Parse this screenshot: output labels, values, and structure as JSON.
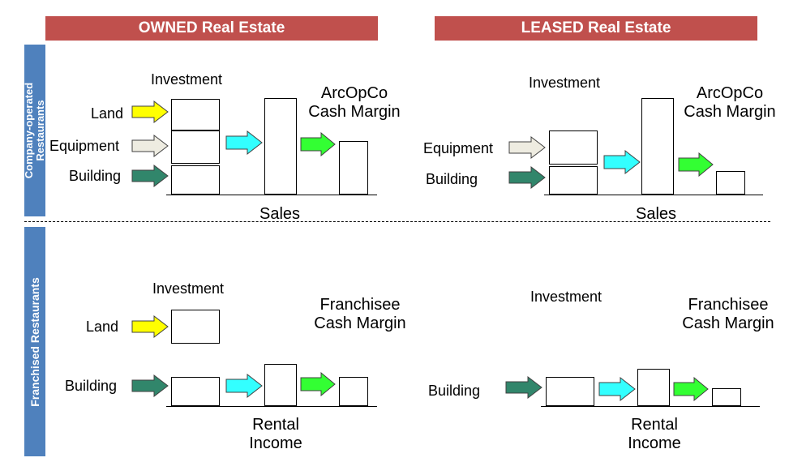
{
  "headers": {
    "owned": "OWNED Real Estate",
    "leased": "LEASED Real Estate"
  },
  "side_labels": {
    "company_line1": "Company-operated",
    "company_line2": "Restaurants",
    "franchised": "Franchised Restaurants"
  },
  "owned_company": {
    "investment": "Investment",
    "land": "Land",
    "equipment": "Equipment",
    "building": "Building",
    "margin_line1": "ArcOpCo",
    "margin_line2": "Cash Margin",
    "sales": "Sales"
  },
  "leased_company": {
    "investment": "Investment",
    "equipment": "Equipment",
    "building": "Building",
    "margin_line1": "ArcOpCo",
    "margin_line2": "Cash Margin",
    "sales": "Sales"
  },
  "owned_franchised": {
    "investment": "Investment",
    "land": "Land",
    "building": "Building",
    "margin_line1": "Franchisee",
    "margin_line2": "Cash Margin",
    "income_line1": "Rental",
    "income_line2": "Income"
  },
  "leased_franchised": {
    "investment": "Investment",
    "building": "Building",
    "margin_line1": "Franchisee",
    "margin_line2": "Cash Margin",
    "income_line1": "Rental",
    "income_line2": "Income"
  },
  "colors": {
    "header_red": "#c0504d",
    "side_blue": "#4f81bd",
    "land_arrow": "#ffff00",
    "equipment_arrow": "#eeece1",
    "building_arrow": "#31866b",
    "to_sales_arrow": "#33ffff",
    "to_margin_arrow": "#33ff33"
  }
}
